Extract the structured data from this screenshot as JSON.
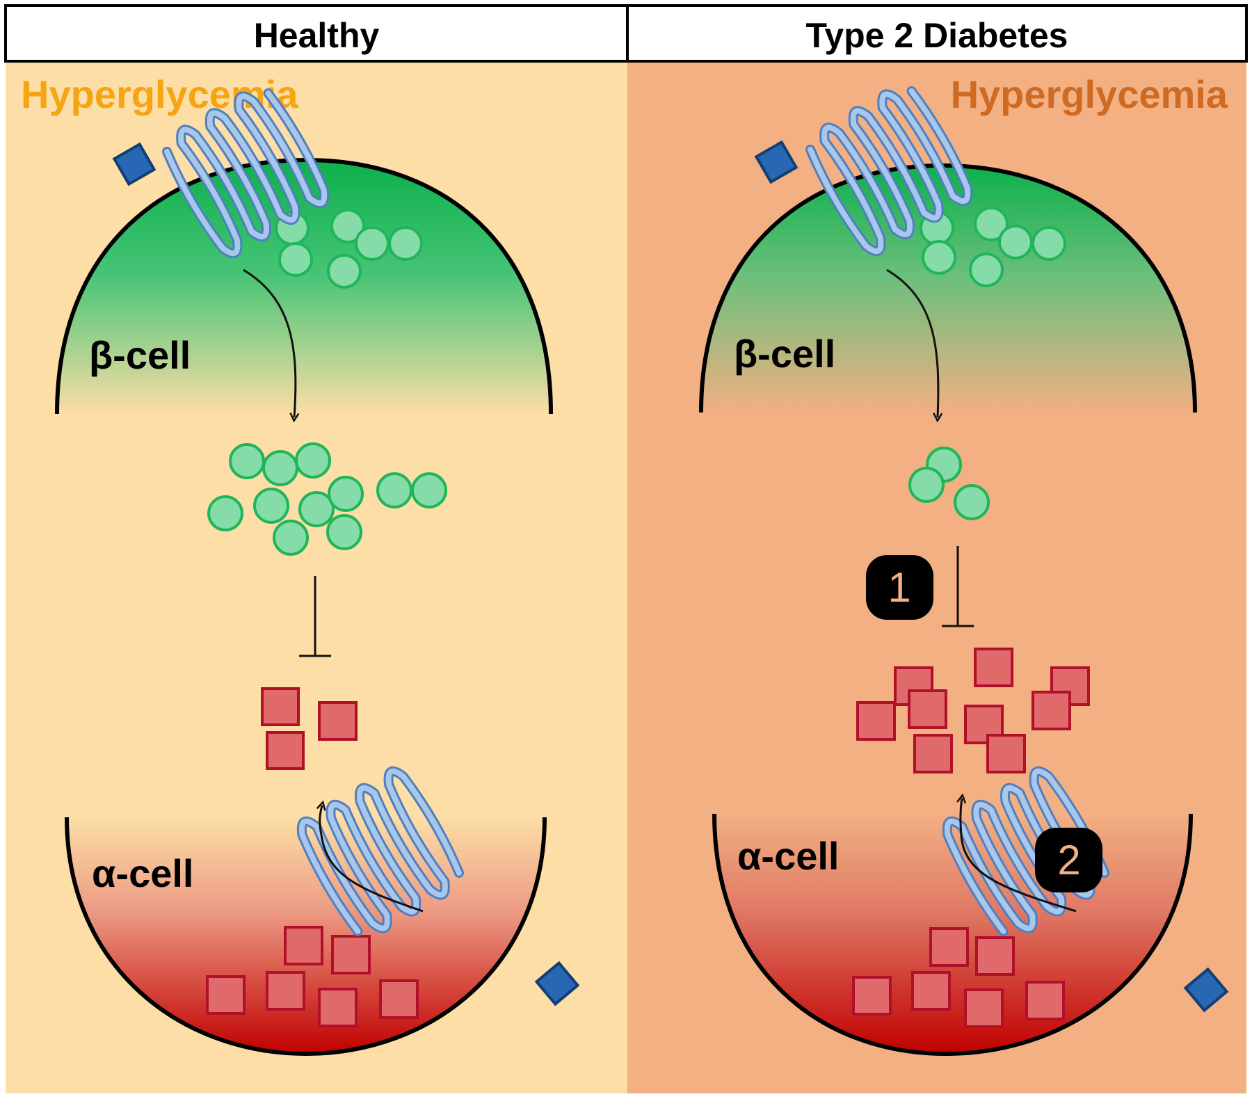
{
  "panels": [
    {
      "header": "Healthy",
      "condition_label": "Hyperglycemia",
      "beta_cell_label": "β-cell",
      "alpha_cell_label": "α-cell"
    },
    {
      "header": "Type 2 Diabetes",
      "condition_label": "Hyperglycemia",
      "beta_cell_label": "β-cell",
      "alpha_cell_label": "α-cell",
      "step_badges": [
        "1",
        "2"
      ]
    }
  ],
  "colors": {
    "healthy_background": "#fcdea6",
    "diabetes_background": "#f2b083",
    "healthy_condition_text": "#f5a412",
    "diabetes_condition_text": "#cf6a22",
    "beta_cell_green": "#12b24f",
    "insulin_granule": "#86dca8",
    "glucagon_granule": "#e06a6a",
    "alpha_cell_red": "#c00000",
    "receptor_blue": "#8fb4df",
    "ligand_blue": "#2767b3"
  }
}
